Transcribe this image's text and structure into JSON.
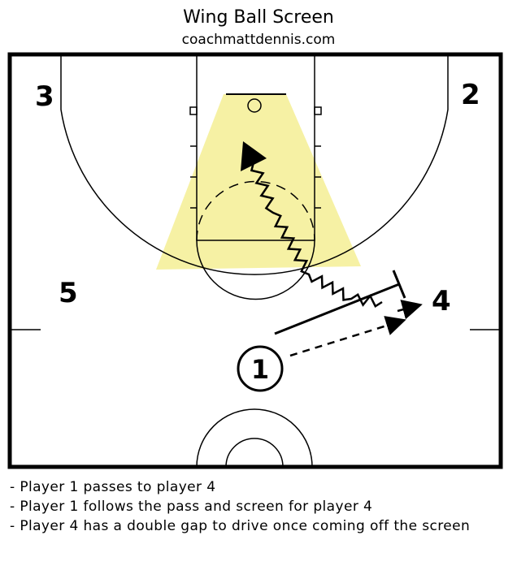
{
  "header": {
    "title": "Wing Ball Screen",
    "subtitle": "coachmattdennis.com"
  },
  "players": {
    "p1": "1",
    "p2": "2",
    "p3": "3",
    "p4": "4",
    "p5": "5"
  },
  "notes": [
    "- Player 1 passes to player 4",
    "- Player 1 follows the pass and screen for player 4",
    "- Player 4 has a double gap to drive once coming off the screen"
  ],
  "colors": {
    "court_line": "#000000",
    "driving_gap_highlight": "#f5f09a",
    "background": "#ffffff"
  },
  "icons": {
    "ball_handler": "circled-number",
    "pass": "dashed-arrow",
    "dribble": "zigzag-arrow",
    "screen": "t-bar-line"
  }
}
